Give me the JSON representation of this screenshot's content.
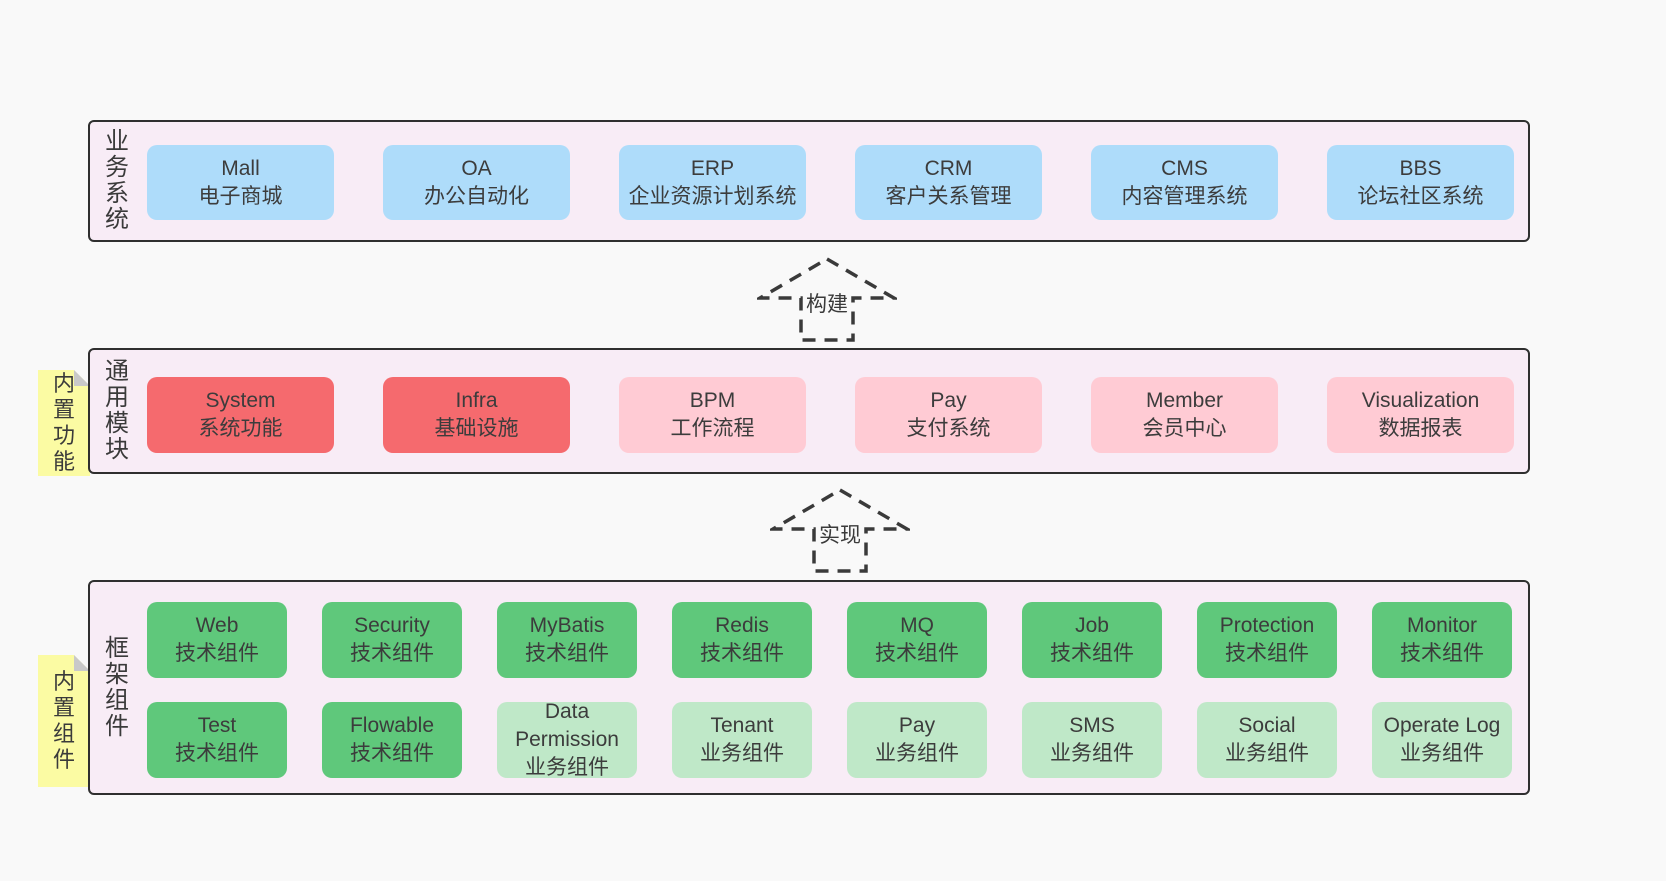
{
  "colors": {
    "page_bg": "#f9f9f9",
    "container_bg": "#f8ecf6",
    "container_border": "#2f2f2f",
    "blue_box": "#aedcfa",
    "red_box": "#f56a6e",
    "pink_box": "#ffcbd4",
    "green_box": "#5fc87b",
    "light_green_box": "#bfe8c8",
    "note_yellow": "#fbfba3",
    "note_fold_gray": "#c9c9c9",
    "text": "#3c3c3c"
  },
  "arrows": [
    {
      "label": "构建"
    },
    {
      "label": "实现"
    }
  ],
  "bands": [
    {
      "label": "业务系统",
      "boxes": [
        {
          "en": "Mall",
          "cn": "电子商城",
          "type": "blue"
        },
        {
          "en": "OA",
          "cn": "办公自动化",
          "type": "blue"
        },
        {
          "en": "ERP",
          "cn": "企业资源计划系统",
          "type": "blue"
        },
        {
          "en": "CRM",
          "cn": "客户关系管理",
          "type": "blue"
        },
        {
          "en": "CMS",
          "cn": "内容管理系统",
          "type": "blue"
        },
        {
          "en": "BBS",
          "cn": "论坛社区系统",
          "type": "blue"
        }
      ]
    },
    {
      "label": "通用模块",
      "note": "内置功能",
      "boxes": [
        {
          "en": "System",
          "cn": "系统功能",
          "type": "red"
        },
        {
          "en": "Infra",
          "cn": "基础设施",
          "type": "red"
        },
        {
          "en": "BPM",
          "cn": "工作流程",
          "type": "pink"
        },
        {
          "en": "Pay",
          "cn": "支付系统",
          "type": "pink"
        },
        {
          "en": "Member",
          "cn": "会员中心",
          "type": "pink"
        },
        {
          "en": "Visualization",
          "cn": "数据报表",
          "type": "pink"
        }
      ]
    },
    {
      "label": "框架组件",
      "note": "内置组件",
      "rows": [
        [
          {
            "en": "Web",
            "cn": "技术组件",
            "type": "green"
          },
          {
            "en": "Security",
            "cn": "技术组件",
            "type": "green"
          },
          {
            "en": "MyBatis",
            "cn": "技术组件",
            "type": "green"
          },
          {
            "en": "Redis",
            "cn": "技术组件",
            "type": "green"
          },
          {
            "en": "MQ",
            "cn": "技术组件",
            "type": "green"
          },
          {
            "en": "Job",
            "cn": "技术组件",
            "type": "green"
          },
          {
            "en": "Protection",
            "cn": "技术组件",
            "type": "green"
          },
          {
            "en": "Monitor",
            "cn": "技术组件",
            "type": "green"
          }
        ],
        [
          {
            "en": "Test",
            "cn": "技术组件",
            "type": "green"
          },
          {
            "en": "Flowable",
            "cn": "技术组件",
            "type": "green"
          },
          {
            "en": "Data Permission",
            "cn": "业务组件",
            "type": "lightgreen"
          },
          {
            "en": "Tenant",
            "cn": "业务组件",
            "type": "lightgreen"
          },
          {
            "en": "Pay",
            "cn": "业务组件",
            "type": "lightgreen"
          },
          {
            "en": "SMS",
            "cn": "业务组件",
            "type": "lightgreen"
          },
          {
            "en": "Social",
            "cn": "业务组件",
            "type": "lightgreen"
          },
          {
            "en": "Operate Log",
            "cn": "业务组件",
            "type": "lightgreen"
          }
        ]
      ]
    }
  ]
}
